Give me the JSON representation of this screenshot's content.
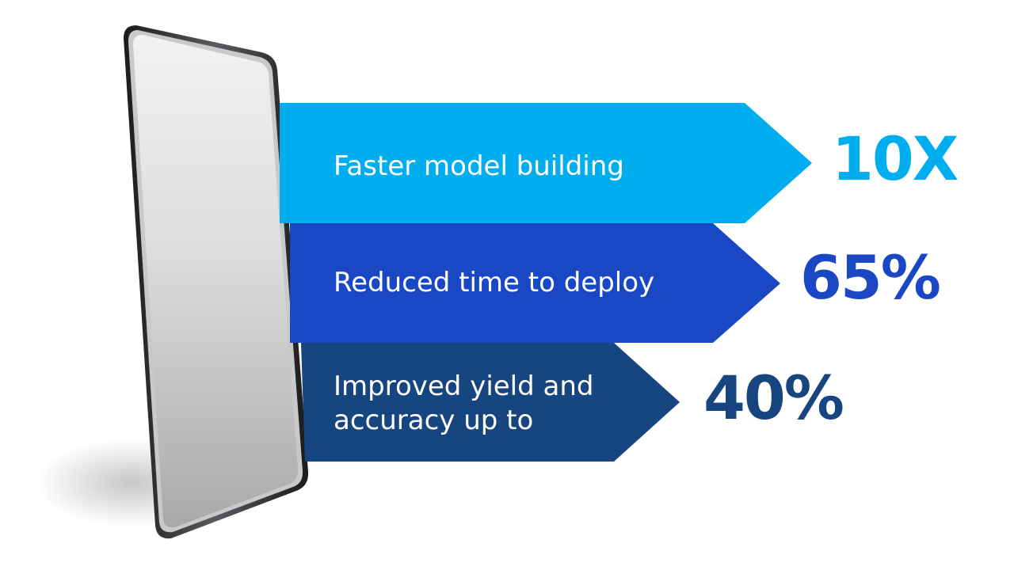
{
  "colors": {
    "band1": "#00adee",
    "band2": "#1a47c4",
    "band3": "#16457f",
    "stat1": "#00adee",
    "stat2": "#1a47c4",
    "stat3": "#16457f"
  },
  "icons": {
    "device": "smartphone-icon"
  },
  "bands": [
    {
      "label": "Faster model building",
      "stat": "10X"
    },
    {
      "label": "Reduced time to deploy",
      "stat": "65%"
    },
    {
      "label_line1": "Improved yield and",
      "label_line2": "accuracy up to",
      "stat": "40%"
    }
  ]
}
